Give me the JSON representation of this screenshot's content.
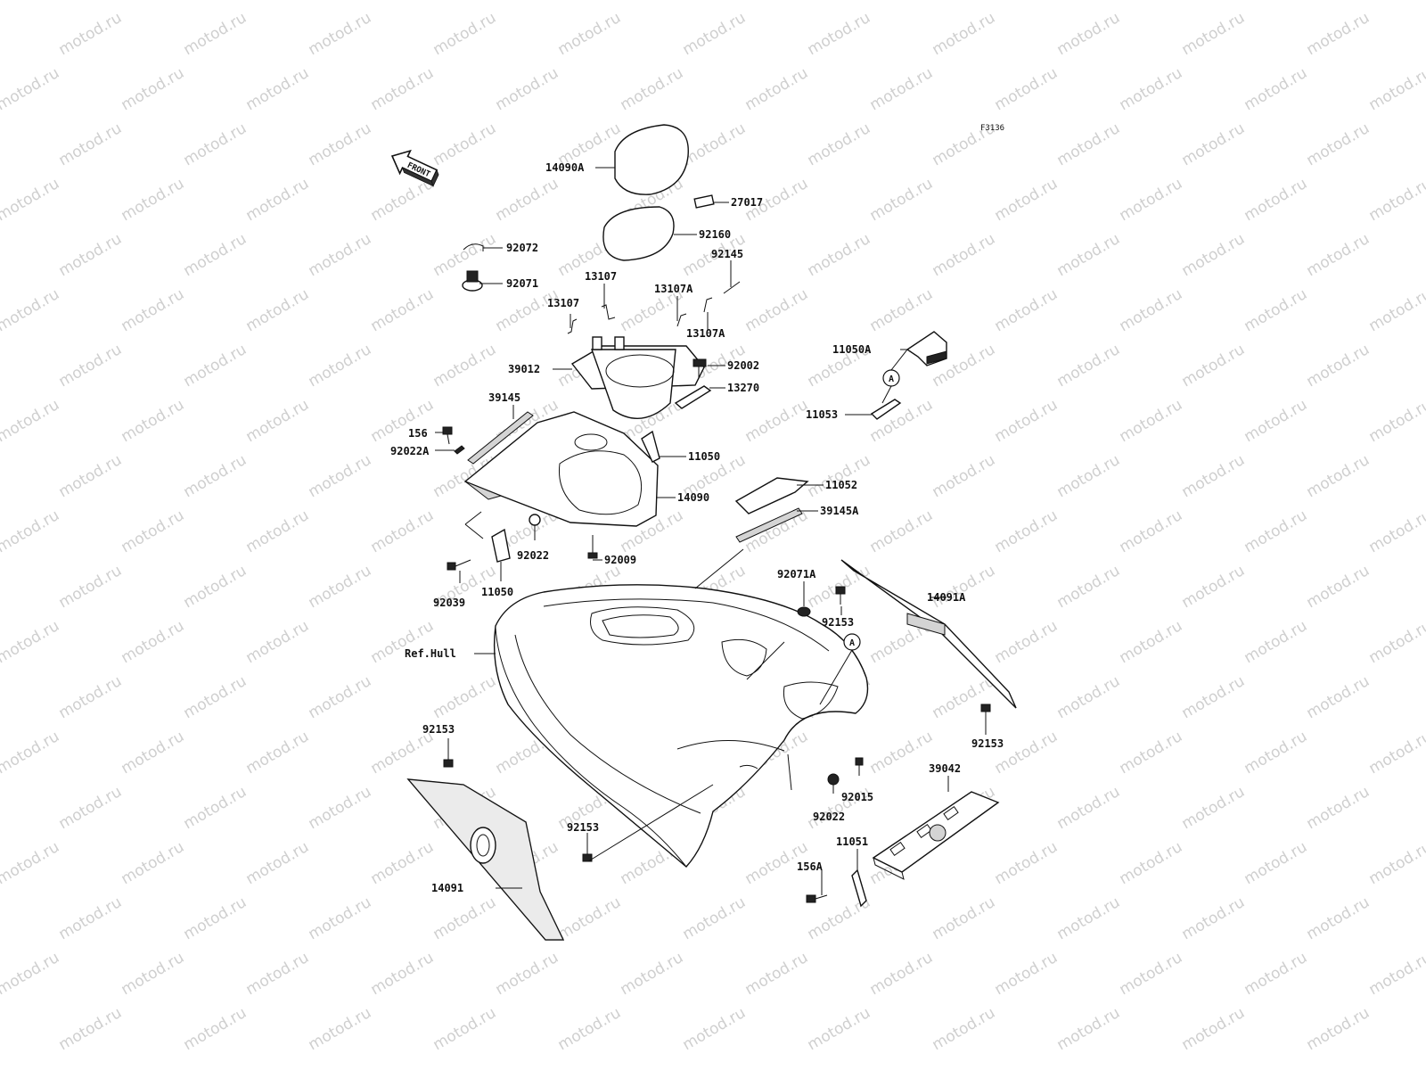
{
  "diagram_code": "F3136",
  "front_arrow_label": "FRONT",
  "watermark_text": "motod.ru",
  "ref_circle_label": "A",
  "parts": {
    "p14090A": "14090A",
    "p27017": "27017",
    "p92160": "92160",
    "p92072": "92072",
    "p92071": "92071",
    "p13107_upper": "13107",
    "p13107_lower": "13107",
    "p13107A_upper": "13107A",
    "p13107A_lower": "13107A",
    "p92145": "92145",
    "p39012": "39012",
    "p92002": "92002",
    "p13270": "13270",
    "p11050A": "11050A",
    "p11053": "11053",
    "p39145": "39145",
    "p156": "156",
    "p92022A": "92022A",
    "p11050_right": "11050",
    "p14090": "14090",
    "p11052": "11052",
    "p39145A": "39145A",
    "p92022_upper": "92022",
    "p92009": "92009",
    "p92039": "92039",
    "p11050_lower": "11050",
    "p92071A": "92071A",
    "p92153_a": "92153",
    "p14091A": "14091A",
    "ref_hull": "Ref.Hull",
    "p92153_b": "92153",
    "p92153_c": "92153",
    "p92153_d": "92153",
    "p92015": "92015",
    "p92022_lower": "92022",
    "p39042": "39042",
    "p11051": "11051",
    "p156A": "156A",
    "p14091": "14091"
  }
}
